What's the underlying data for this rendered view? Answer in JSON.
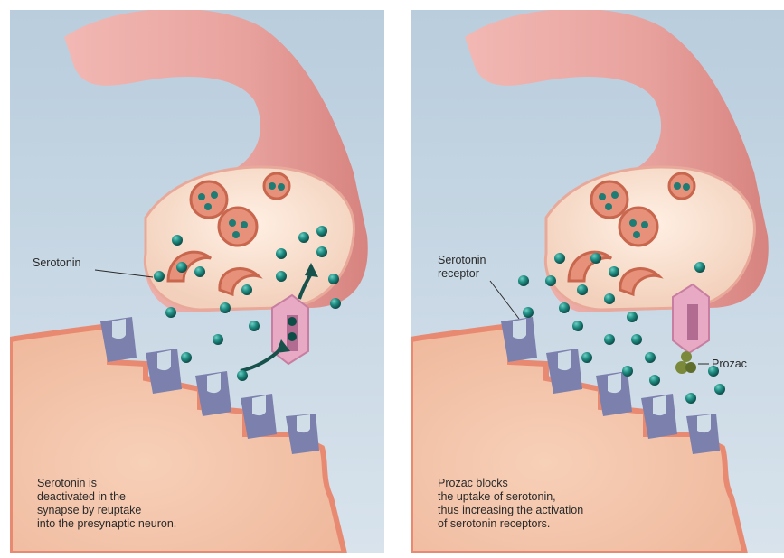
{
  "colors": {
    "background": "#c9d9e4",
    "neuron_fill": "#f0c6ad",
    "axon_fill": "#e9a4a1",
    "membrane_edge": "#e88a72",
    "receptor": "#7c80ad",
    "serotonin": "#1f7c74",
    "vesicle": "#e8917a",
    "prozac": "#7a8a3a"
  },
  "icons": {
    "serotonin": "teal-sphere",
    "vesicle": "orange-sphere",
    "receptor": "cup-shaped-receptor",
    "reuptake_pump": "pink-channel",
    "arrow": "curved-arrow"
  },
  "panels": [
    {
      "labels": {
        "serotonin": "Serotonin"
      },
      "caption": [
        "Serotonin is",
        "deactivated in the",
        "synapse by reuptake",
        "into the presynaptic neuron."
      ]
    },
    {
      "labels": {
        "serotonin_receptor": [
          "Serotonin",
          "receptor"
        ],
        "prozac": "Prozac"
      },
      "caption": [
        "Prozac blocks",
        "the uptake of serotonin,",
        "thus increasing the activation",
        "of serotonin receptors."
      ]
    }
  ]
}
